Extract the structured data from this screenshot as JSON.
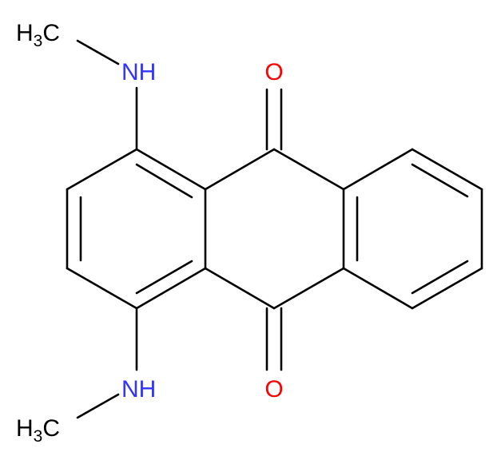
{
  "colors": {
    "bond": "#000000",
    "carbon_label": "#000000",
    "nitrogen": "#3333ff",
    "oxygen": "#ff0000"
  },
  "labels": {
    "methyl_top": {
      "main": "H",
      "sub": "3",
      "tail": "C"
    },
    "methyl_bottom": {
      "main": "H",
      "sub": "3",
      "tail": "C"
    },
    "amine_top": "NH",
    "amine_bottom": "NH",
    "carbonyl_top": "O",
    "carbonyl_bottom": "O"
  }
}
